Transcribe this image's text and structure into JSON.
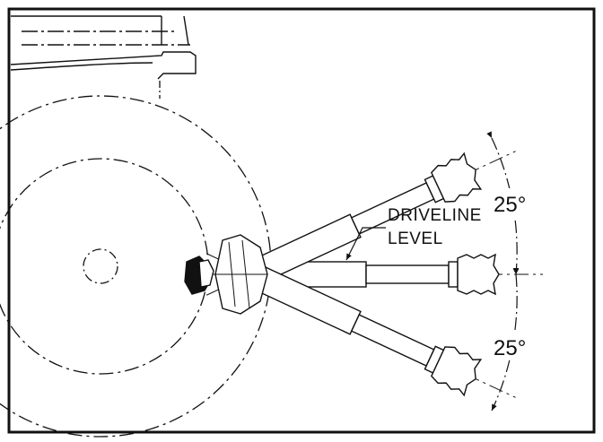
{
  "labels": {
    "driveline_line1": "DRIVELINE",
    "driveline_line2": "LEVEL",
    "angle_upper": "25°",
    "angle_lower": "25°"
  },
  "angles_deg": {
    "upper": 25,
    "lower": 25
  },
  "colors": {
    "line": "#111111",
    "background": "#ffffff"
  }
}
